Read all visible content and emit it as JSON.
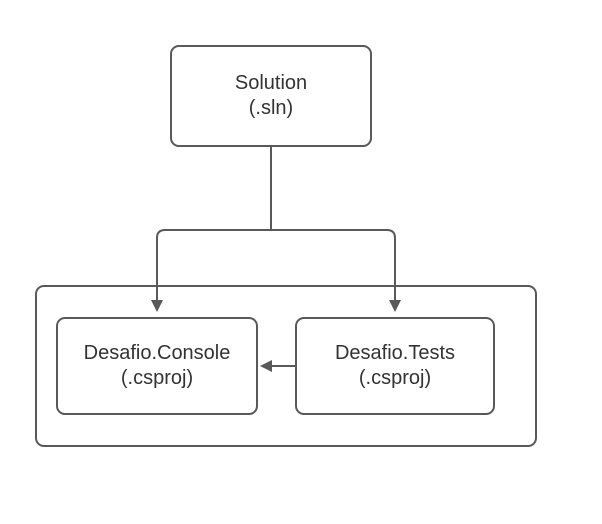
{
  "diagram": {
    "colors": {
      "background": "#ffffff",
      "stroke": "#595959",
      "text": "#333333",
      "node_fill": "#ffffff"
    },
    "nodes": {
      "solution": {
        "line1": "Solution",
        "line2": "(.sln)"
      },
      "console": {
        "line1": "Desafio.Console",
        "line2": "(.csproj)"
      },
      "tests": {
        "line1": "Desafio.Tests",
        "line2": "(.csproj)"
      }
    },
    "edges": [
      {
        "from": "solution",
        "to": "console",
        "style": "arrow-down"
      },
      {
        "from": "solution",
        "to": "tests",
        "style": "arrow-down"
      },
      {
        "from": "tests",
        "to": "console",
        "style": "arrow-left"
      }
    ]
  }
}
